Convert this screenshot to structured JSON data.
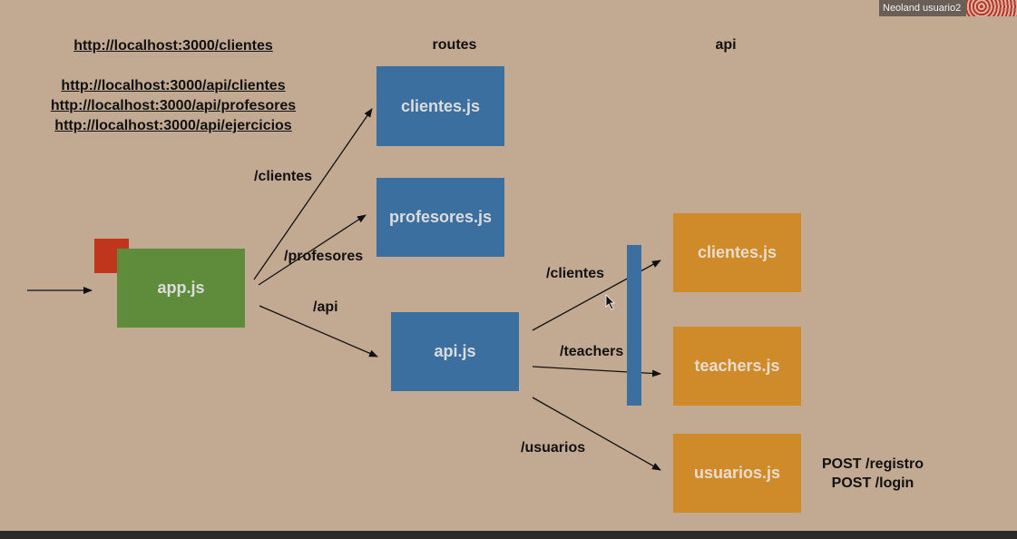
{
  "urls": [
    "http://localhost:3000/clientes",
    "http://localhost:3000/api/clientes",
    "http://localhost:3000/api/profesores",
    "http://localhost:3000/api/ejercicios"
  ],
  "headings": {
    "routes": "routes",
    "api": "api"
  },
  "boxes": {
    "app": "app.js",
    "routes_clientes": "clientes.js",
    "routes_profesores": "profesores.js",
    "api_js": "api.js",
    "api_clientes": "clientes.js",
    "api_teachers": "teachers.js",
    "api_usuarios": "usuarios.js"
  },
  "edge_labels": {
    "clientes": "/clientes",
    "profesores": "/profesores",
    "api": "/api",
    "api_clientes": "/clientes",
    "api_teachers": "/teachers",
    "api_usuarios": "/usuarios"
  },
  "usuarios_endpoints": [
    "POST /registro",
    "POST /login"
  ],
  "overlay": {
    "participant_name": "Neoland usuario2"
  },
  "colors": {
    "background": "#c2a992",
    "routes_box": "#3a6fa0",
    "app_box": "#5f8c3a",
    "api_box": "#cf8a2a",
    "marker": "#c0361c"
  }
}
